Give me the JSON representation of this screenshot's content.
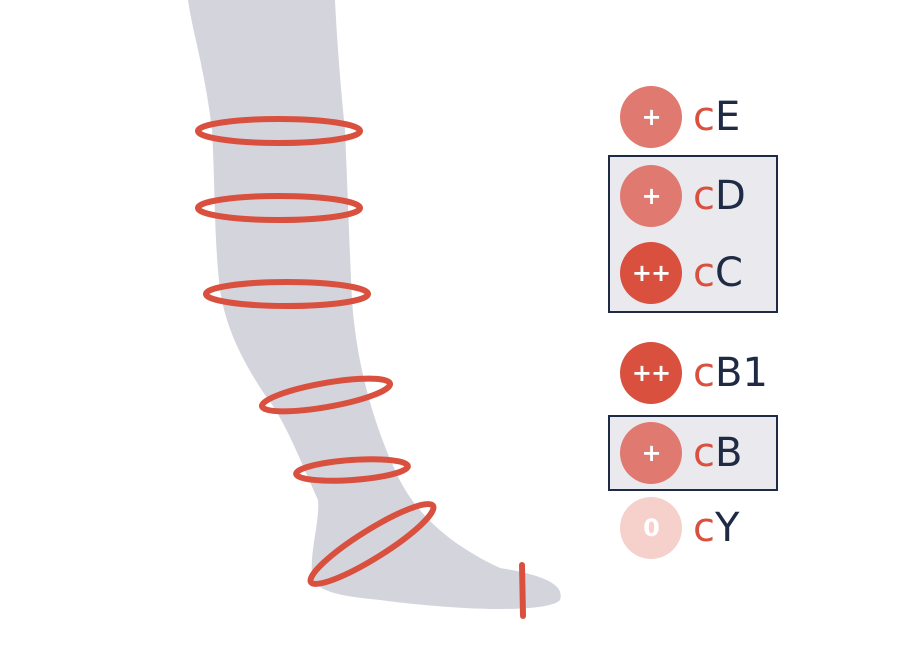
{
  "colors": {
    "leg": "#d4d5dc",
    "ring": "#d9503f",
    "text_dark": "#1f2a44",
    "text_red": "#d9503f",
    "box_border": "#1f2a44",
    "box_fill": "#e9e9ee"
  },
  "legend": {
    "items": [
      {
        "badge": "+",
        "prefix": "c",
        "suffix": "E",
        "color": "#e07a70"
      },
      {
        "badge": "+",
        "prefix": "c",
        "suffix": "D",
        "color": "#e07a70"
      },
      {
        "badge": "++",
        "prefix": "c",
        "suffix": "C",
        "color": "#d9503f"
      },
      {
        "badge": "++",
        "prefix": "c",
        "suffix": "B1",
        "color": "#d9503f"
      },
      {
        "badge": "+",
        "prefix": "c",
        "suffix": "B",
        "color": "#e07a70"
      },
      {
        "badge": "0",
        "prefix": "c",
        "suffix": "Y",
        "color": "#f6d0cb"
      }
    ]
  }
}
